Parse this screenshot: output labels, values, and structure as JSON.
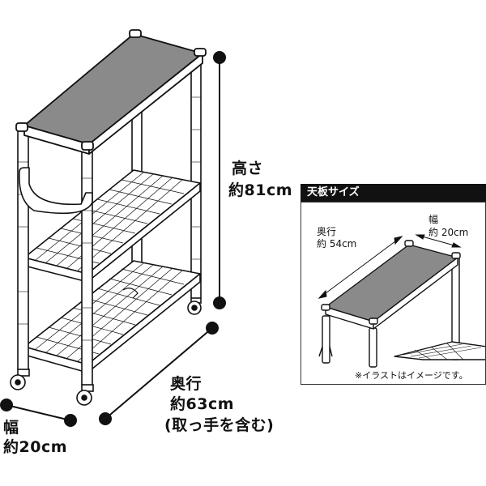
{
  "dimensions": {
    "height_label": "高さ",
    "height_value": "約81cm",
    "width_label": "幅",
    "width_value": "約20cm",
    "depth_label": "奥行",
    "depth_value": "約63cm",
    "depth_note": "(取っ手を含む)"
  },
  "inset": {
    "title": "天板サイズ",
    "depth_label": "奥行",
    "depth_value": "約 54cm",
    "width_label": "幅",
    "width_value": "約 20cm",
    "note": "※イラストはイメージです。"
  },
  "colors": {
    "shelf_top": "#8a8a8a",
    "line": "#111111",
    "background": "#ffffff"
  }
}
